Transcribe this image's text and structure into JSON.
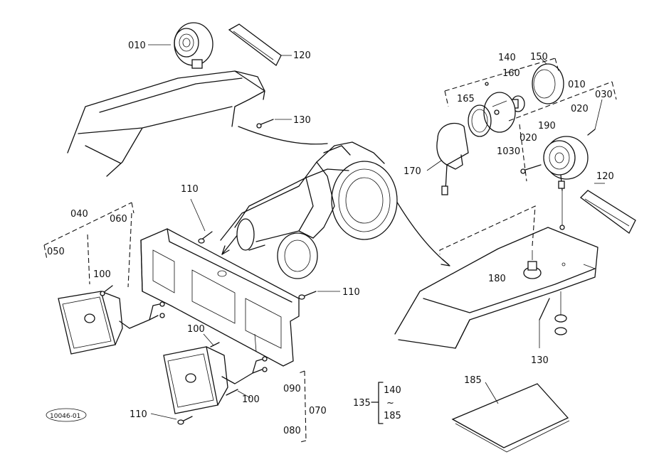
{
  "diagram": {
    "part_labels": {
      "p010_left": "010",
      "p120_top": "120",
      "p130_top": "130",
      "p140": "140",
      "p150": "150",
      "p160": "160",
      "p165": "165",
      "p010_right": "010",
      "p030_a": "030",
      "p020_a": "020",
      "p190": "190",
      "p020_b": "020",
      "p030_b": "1030",
      "p170": "170",
      "p120_right": "120",
      "p110_top": "110",
      "p040": "040",
      "p060": "060",
      "p050": "050",
      "p100_left": "100",
      "p110_mid": "110",
      "p180": "180",
      "p100_mid": "100",
      "p090": "090",
      "p100_low": "100",
      "p070": "070",
      "p080": "080",
      "p110_low": "110",
      "p130_right": "130",
      "p185": "185",
      "range_from": "135",
      "range_top": "140",
      "range_sep": "~",
      "range_bottom": "185",
      "stamp": "10046-01"
    }
  }
}
